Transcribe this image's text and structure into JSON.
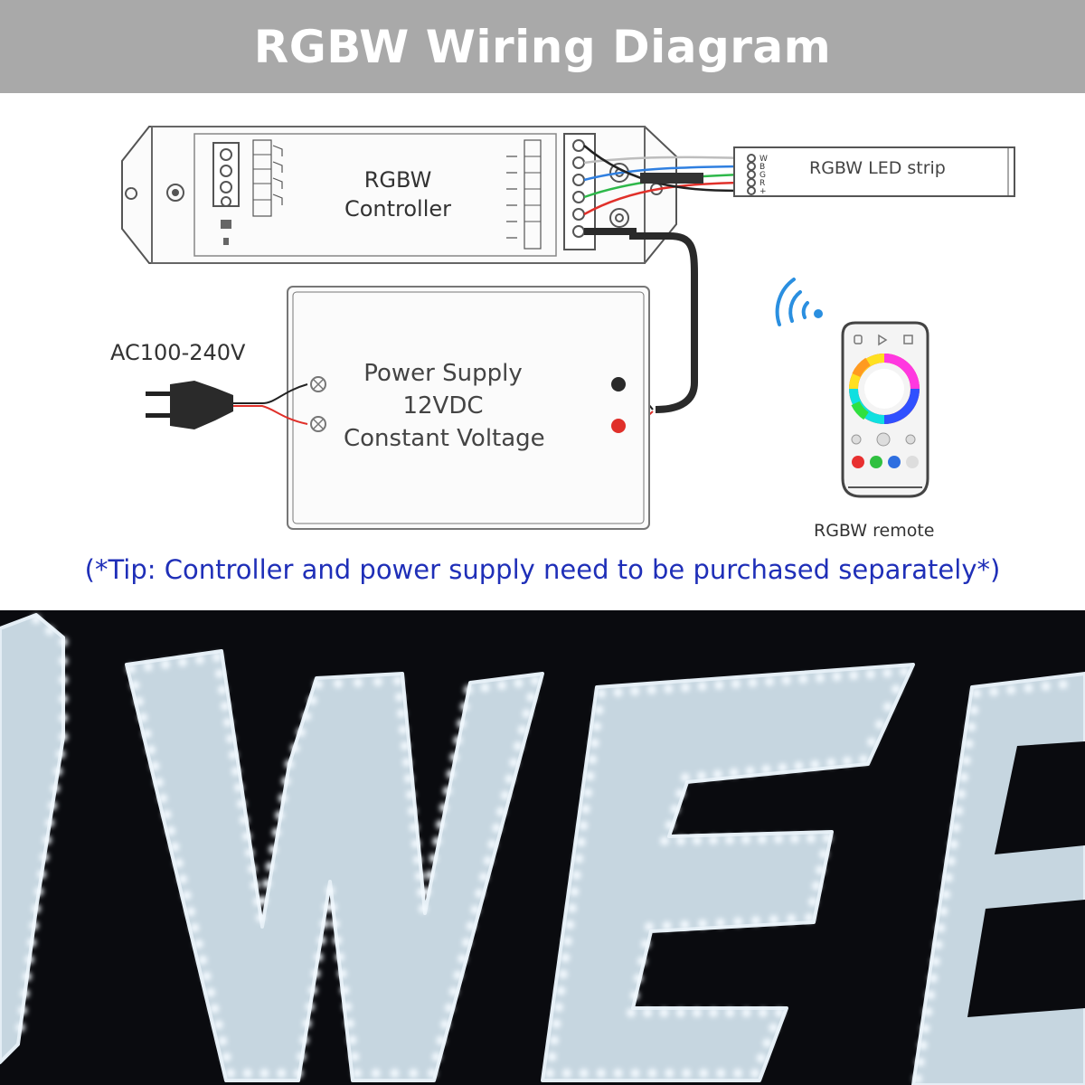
{
  "header": {
    "title": "RGBW Wiring Diagram"
  },
  "controller": {
    "name_line1": "RGBW",
    "name_line2": "Controller"
  },
  "led_strip": {
    "label": "RGBW LED strip",
    "pins": [
      "W",
      "B",
      "G",
      "R",
      "+"
    ]
  },
  "power": {
    "ac_input": "AC100-240V",
    "line1": "Power Supply",
    "line2": "12VDC",
    "line3": "Constant Voltage"
  },
  "remote": {
    "label": "RGBW remote"
  },
  "tip": "(*Tip: Controller and power supply need to be purchased separately*)",
  "colors": {
    "banner": "#a9a9a9",
    "tip_text": "#1f2fb8",
    "wire_white": "#bdbdbd",
    "wire_blue": "#2f7fe0",
    "wire_green": "#2eb84a",
    "wire_red": "#e0302a",
    "wire_black": "#222222",
    "photo_background": "#0a0b0f",
    "led_glow": "#e9f5ff"
  }
}
